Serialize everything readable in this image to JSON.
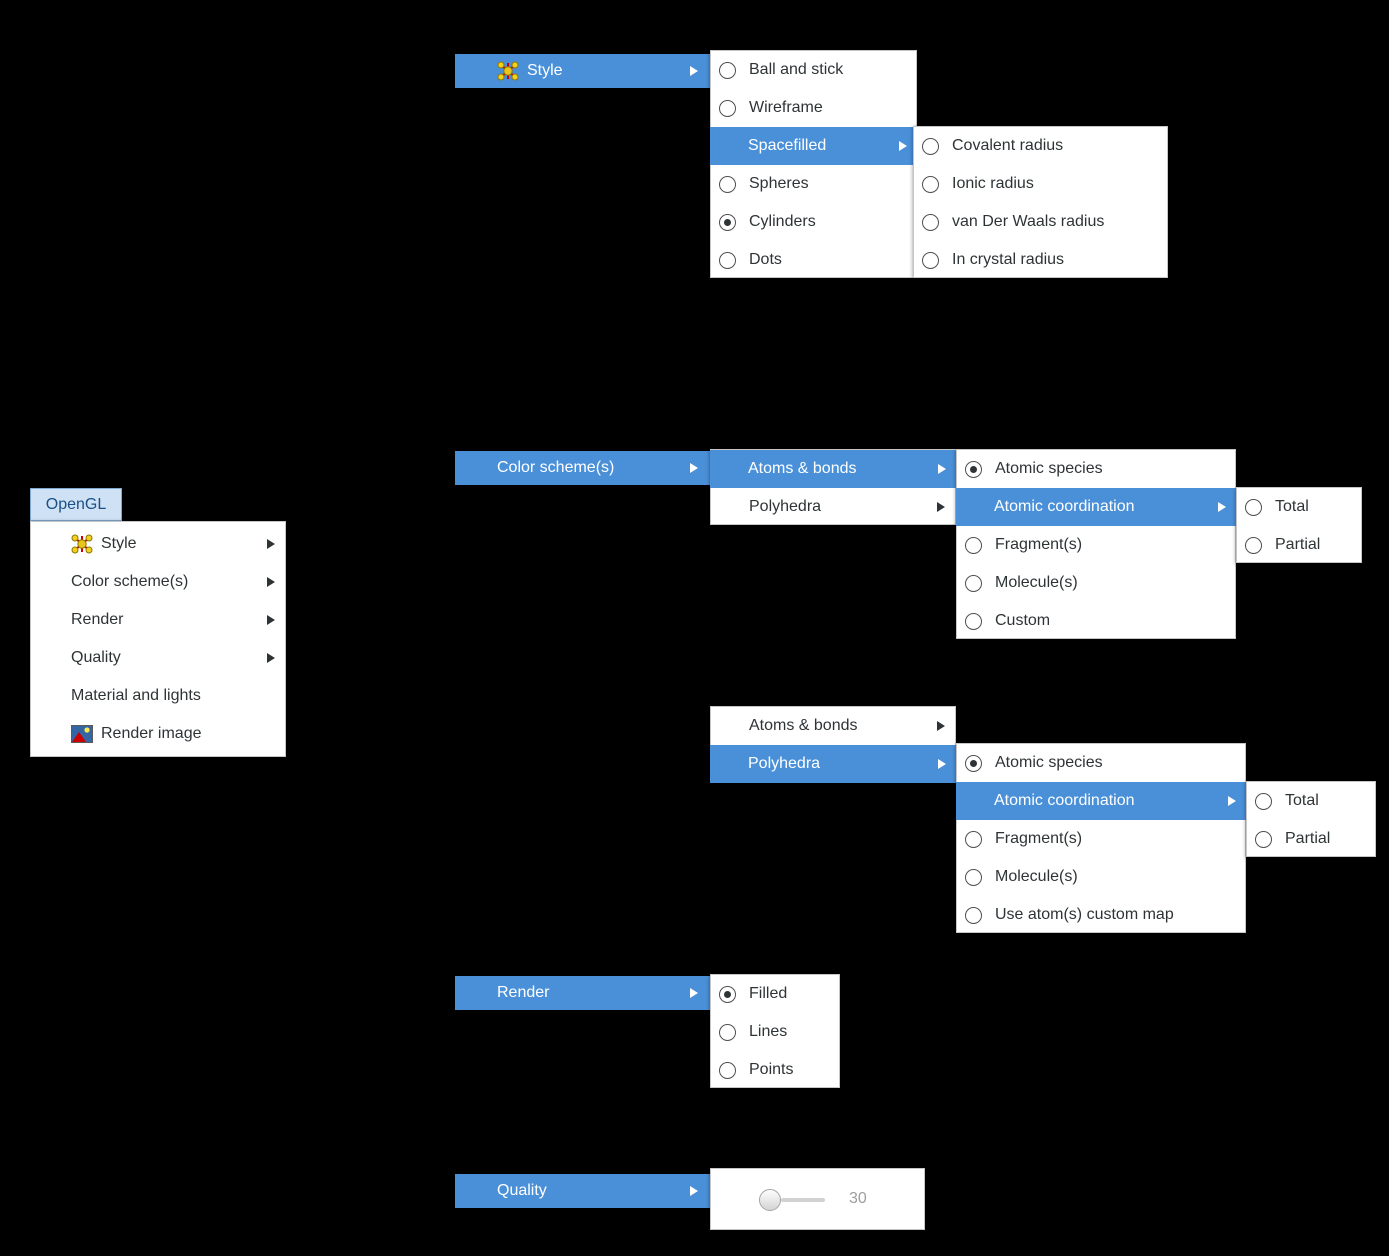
{
  "colors": {
    "highlight": "#4a90d9",
    "panel_border": "#c6c6c6",
    "background": "#000000"
  },
  "opengl": {
    "button_label": "OpenGL",
    "menu_style": "Style",
    "menu_color_schemes": "Color scheme(s)",
    "menu_render": "Render",
    "menu_quality": "Quality",
    "menu_material": "Material and lights",
    "menu_render_image": "Render image"
  },
  "style": {
    "header": "Style",
    "ball_and_stick": "Ball and stick",
    "wireframe": "Wireframe",
    "spacefilled": "Spacefilled",
    "spheres": "Spheres",
    "cylinders": "Cylinders",
    "dots": "Dots",
    "spacefilled_menu": {
      "covalent": "Covalent radius",
      "ionic": "Ionic radius",
      "vdw": "van Der Waals radius",
      "in_crystal": "In crystal radius"
    }
  },
  "color_scheme": {
    "header": "Color scheme(s)",
    "atoms_bonds": "Atoms & bonds",
    "polyhedra": "Polyhedra",
    "atoms_bonds_menu": {
      "atomic_species": "Atomic species",
      "atomic_coordination": "Atomic coordination",
      "fragments": "Fragment(s)",
      "molecules": "Molecule(s)",
      "custom": "Custom",
      "coordination_menu": {
        "total": "Total",
        "partial": "Partial"
      }
    },
    "polyhedra_menu": {
      "atomic_species": "Atomic species",
      "atomic_coordination": "Atomic coordination",
      "fragments": "Fragment(s)",
      "molecules": "Molecule(s)",
      "custom_map": "Use atom(s) custom map",
      "coordination_menu": {
        "total": "Total",
        "partial": "Partial"
      }
    }
  },
  "render": {
    "header": "Render",
    "filled": "Filled",
    "lines": "Lines",
    "points": "Points"
  },
  "quality": {
    "header": "Quality",
    "value": "30"
  }
}
